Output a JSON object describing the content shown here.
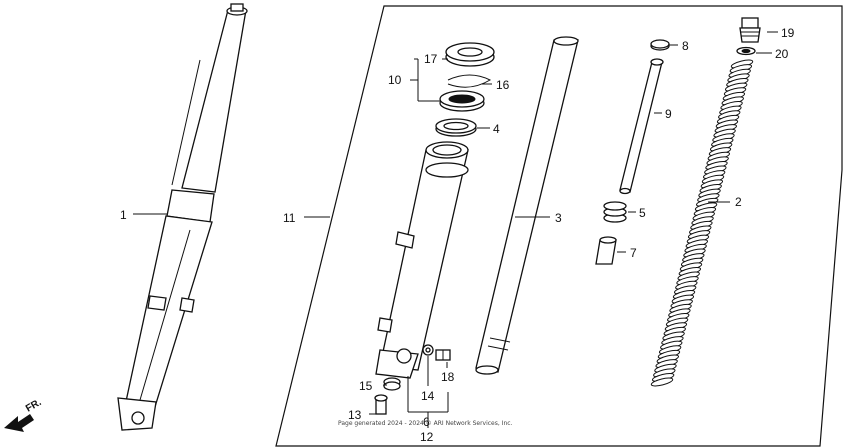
{
  "diagram": {
    "callouts": {
      "c1": "1",
      "c2": "2",
      "c3": "3",
      "c4": "4",
      "c5": "5",
      "c6": "6",
      "c7": "7",
      "c8": "8",
      "c9": "9",
      "c10": "10",
      "c11": "11",
      "c12": "12",
      "c13": "13",
      "c14": "14",
      "c15": "15",
      "c16": "16",
      "c17": "17",
      "c18": "18",
      "c19": "19",
      "c20": "20"
    },
    "direction_label": "FR.",
    "copyright": "Page generated 2024 - 2024 © ARI Network Services, Inc."
  }
}
